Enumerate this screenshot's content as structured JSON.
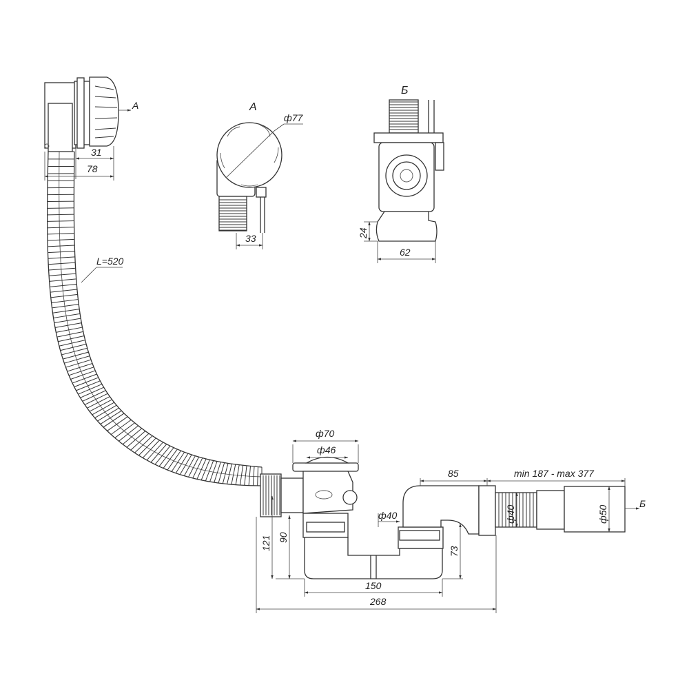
{
  "labels": {
    "view_a_marker": "А",
    "view_b_marker": "Б",
    "view_a_title": "А",
    "view_b_title": "Б"
  },
  "dimensions": {
    "overflow_depth": "31",
    "overflow_total": "78",
    "hose_length": "L=520",
    "overflow_diameter": "ф77",
    "overflow_outlet": "33",
    "b_height": "24",
    "b_width": "62",
    "drain_outer_diameter": "ф70",
    "drain_inner_diameter": "ф46",
    "outlet_offset": "85",
    "telescopic_range": "min 187 - max 377",
    "pipe_diameter_40a": "ф40",
    "pipe_diameter_40b": "ф40",
    "pipe_diameter_50": "ф50",
    "height_121": "121",
    "height_90": "90",
    "height_73": "73",
    "trap_width": "150",
    "total_width": "268"
  }
}
